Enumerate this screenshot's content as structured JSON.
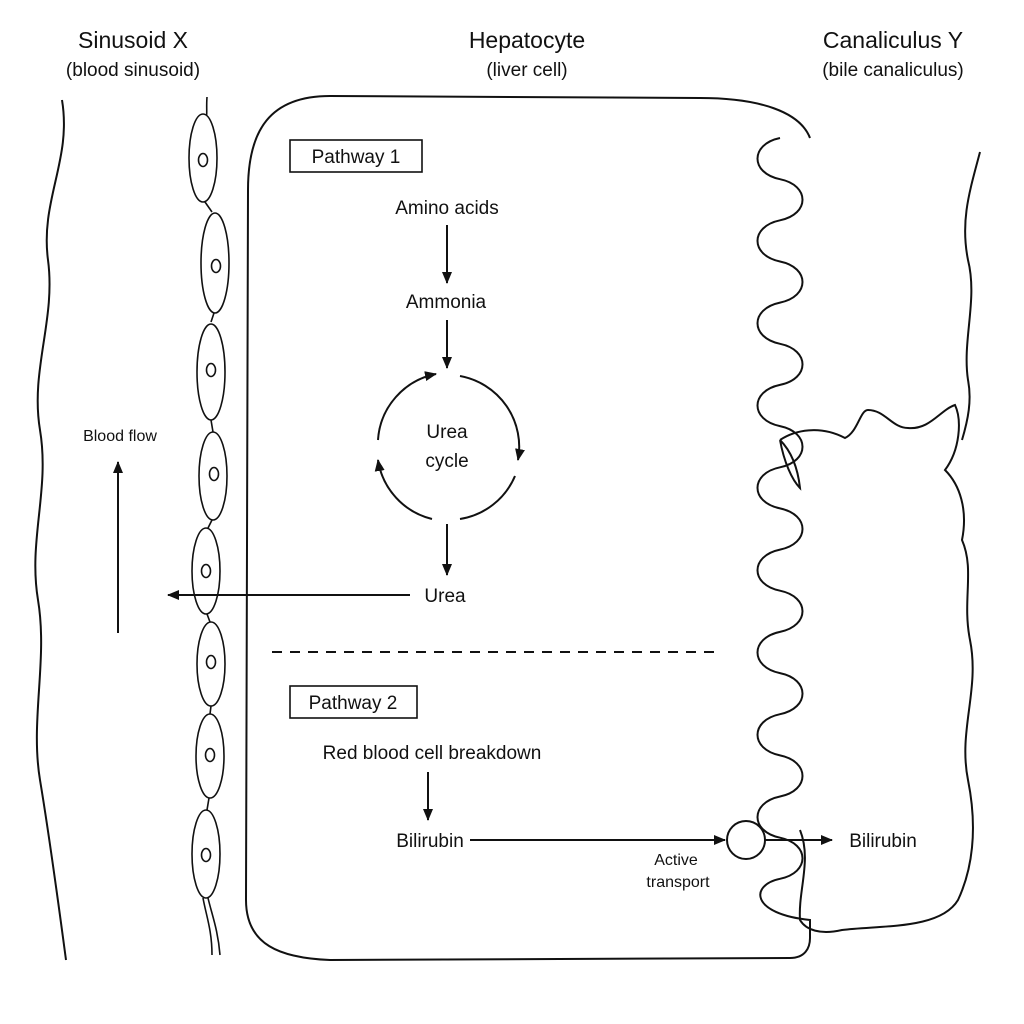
{
  "headers": {
    "sinusoid_title": "Sinusoid X",
    "sinusoid_subtitle": "(blood sinusoid)",
    "hepatocyte_title": "Hepatocyte",
    "hepatocyte_subtitle": "(liver cell)",
    "canaliculus_title": "Canaliculus Y",
    "canaliculus_subtitle": "(bile canaliculus)"
  },
  "sinusoid": {
    "flow_label": "Blood flow"
  },
  "pathway1": {
    "title": "Pathway 1",
    "steps": [
      "Amino acids",
      "Ammonia"
    ],
    "cycle_line1": "Urea",
    "cycle_line2": "cycle",
    "product": "Urea"
  },
  "pathway2": {
    "title": "Pathway 2",
    "source": "Red blood cell breakdown",
    "intermediate": "Bilirubin",
    "transport_line1": "Active",
    "transport_line2": "transport",
    "output": "Bilirubin"
  },
  "colors": {
    "line": "#111111",
    "background": "#ffffff"
  }
}
